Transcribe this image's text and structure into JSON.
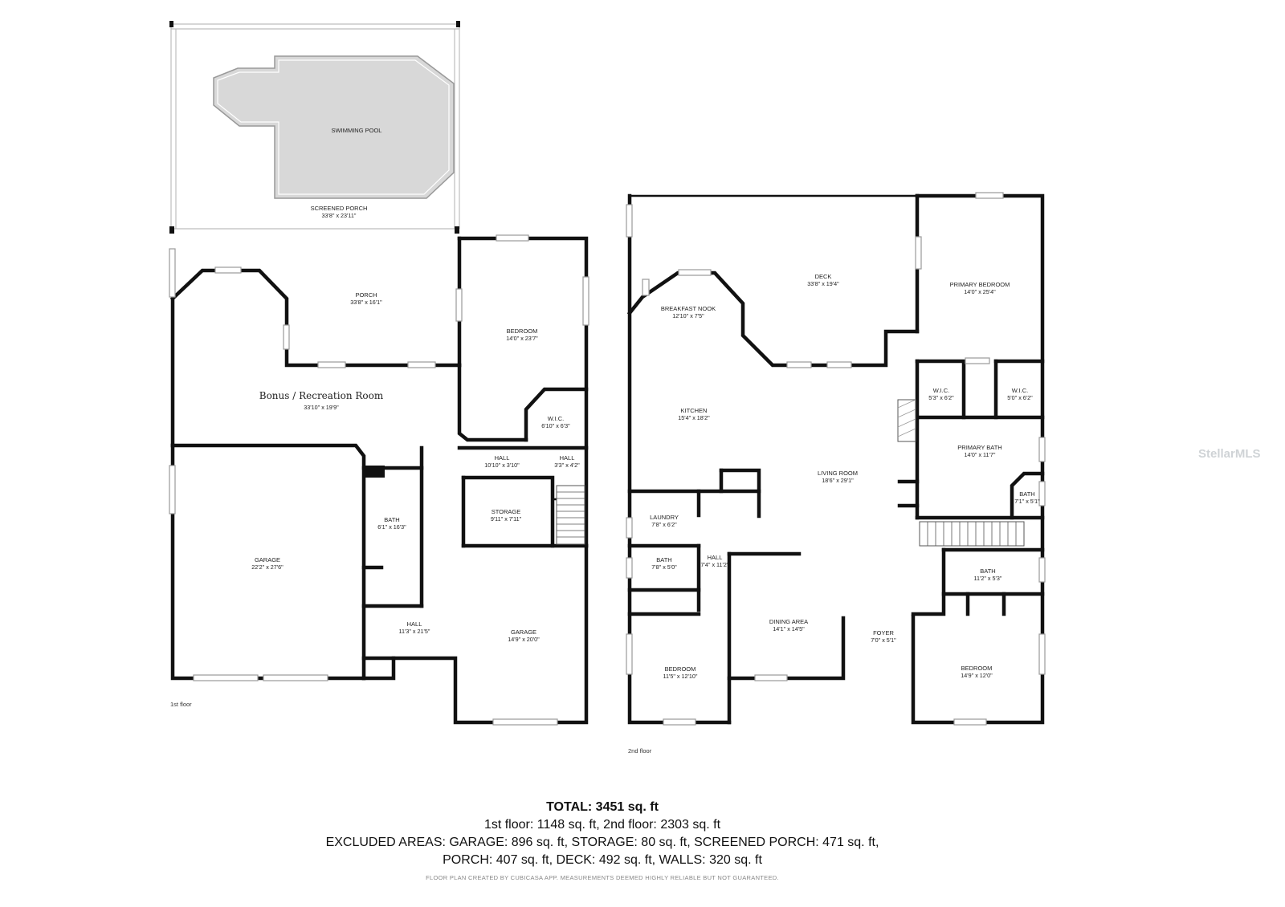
{
  "floors": [
    {
      "label": "1st floor",
      "rooms": [
        {
          "name": "SWIMMING POOL",
          "dims": ""
        },
        {
          "name": "SCREENED PORCH",
          "dims": "33'8\" x 23'11\""
        },
        {
          "name": "PORCH",
          "dims": "33'8\" x 16'1\""
        },
        {
          "name": "BEDROOM",
          "dims": "14'0\" x 23'7\""
        },
        {
          "name": "Bonus / Recreation Room",
          "dims": "33'10\" x 19'9\""
        },
        {
          "name": "W.I.C.",
          "dims": "6'10\" x 6'3\""
        },
        {
          "name": "HALL",
          "dims": "10'10\" x 3'10\""
        },
        {
          "name": "HALL",
          "dims": "3'3\" x 4'2\""
        },
        {
          "name": "STORAGE",
          "dims": "9'11\" x 7'11\""
        },
        {
          "name": "BATH",
          "dims": "6'1\" x 16'3\""
        },
        {
          "name": "GARAGE",
          "dims": "22'2\" x 27'6\""
        },
        {
          "name": "HALL",
          "dims": "11'3\" x 21'5\""
        },
        {
          "name": "GARAGE",
          "dims": "14'9\" x 20'0\""
        }
      ]
    },
    {
      "label": "2nd floor",
      "rooms": [
        {
          "name": "DECK",
          "dims": "33'8\" x 19'4\""
        },
        {
          "name": "PRIMARY BEDROOM",
          "dims": "14'0\" x 25'4\""
        },
        {
          "name": "BREAKFAST NOOK",
          "dims": "12'10\" x 7'5\""
        },
        {
          "name": "W.I.C.",
          "dims": "5'3\" x 6'2\""
        },
        {
          "name": "W.I.C.",
          "dims": "5'0\" x 6'2\""
        },
        {
          "name": "KITCHEN",
          "dims": "15'4\" x 18'2\""
        },
        {
          "name": "PRIMARY BATH",
          "dims": "14'0\" x 11'7\""
        },
        {
          "name": "LIVING ROOM",
          "dims": "18'6\" x 29'1\""
        },
        {
          "name": "BATH",
          "dims": "7'1\" x 5'1\""
        },
        {
          "name": "LAUNDRY",
          "dims": "7'8\" x 6'2\""
        },
        {
          "name": "BATH",
          "dims": "7'8\" x 5'0\""
        },
        {
          "name": "HALL",
          "dims": "7'4\" x 11'2\""
        },
        {
          "name": "BATH",
          "dims": "11'2\" x 5'3\""
        },
        {
          "name": "DINING AREA",
          "dims": "14'1\" x 14'5\""
        },
        {
          "name": "FOYER",
          "dims": "7'0\" x 5'1\""
        },
        {
          "name": "BEDROOM",
          "dims": "11'5\" x 12'10\""
        },
        {
          "name": "BEDROOM",
          "dims": "14'9\" x 12'0\""
        }
      ]
    }
  ],
  "watermark": "StellarMLS",
  "summary": {
    "total": "TOTAL: 3451 sq. ft",
    "floors_line": "1st floor: 1148 sq. ft, 2nd floor: 2303 sq. ft",
    "excluded_line1": "EXCLUDED AREAS: GARAGE: 896 sq. ft, STORAGE: 80 sq. ft, SCREENED PORCH: 471 sq. ft,",
    "excluded_line2": "PORCH: 407 sq. ft, DECK: 492 sq. ft, WALLS: 320 sq. ft",
    "disclaimer": "FLOOR PLAN CREATED BY CUBICASA APP. MEASUREMENTS DEEMED HIGHLY RELIABLE BUT NOT GUARANTEED."
  }
}
